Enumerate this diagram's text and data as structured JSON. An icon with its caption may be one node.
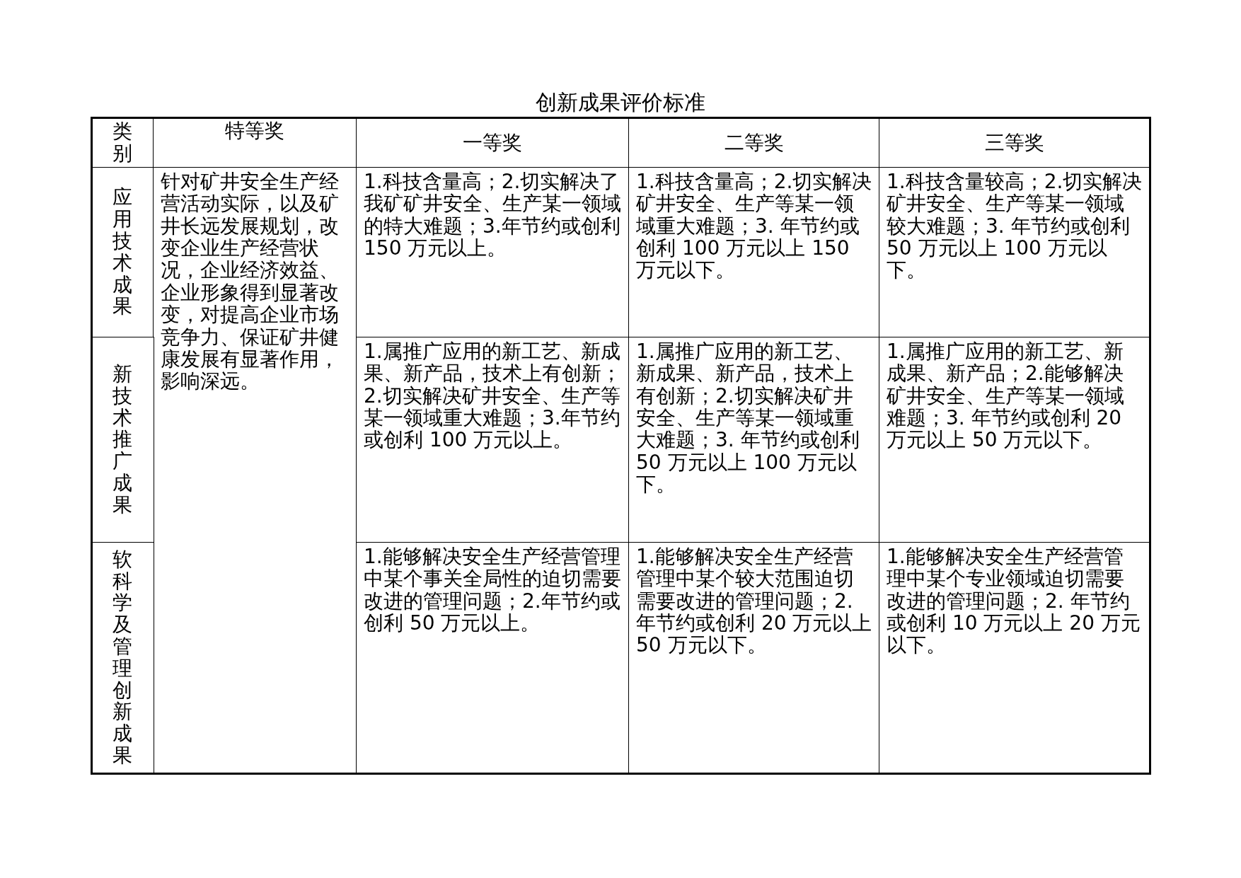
{
  "diagram": {
    "title": "创新成果评价标准",
    "labels": [
      "类别",
      "特等奖",
      "一等奖",
      "二等奖",
      "三等奖",
      "应用技术成果",
      "针对矿井安全生产经营活动实际，以及矿井长远发展规划，改变企业生产经营状况，企业经济效益、企业形象得到显著改变，对提高企业市场竞争力、保证矿井健康发展有显著作用，影响深远。",
      "1.科技含量高；2.切实解决了我矿矿井安全、生产某一领域的特大难题；3.年节约或创利 150 万元以上。",
      "1.科技含量高；2.切实解决矿井安全、生产等某一领域重大难题；3.  年节约或创利 100 万元以上 150 万元以下。",
      "1.科技含量较高；2.切实解决矿井安全、生产等某一领域较大难题；3.  年节约或创利 50 万元以上 100 万元以下。",
      "新技术推广成果",
      "1.属推广应用的新工艺、新成果、新产品，技术上有创新；2.切实解决矿井安全、生产等某一领域重大难题；3.年节约或创利 100 万元以上。",
      "1.属推广应用的新工艺、新成果、新产品，技术上有创新；2.切实解决矿井安全、生产等某一领域重大难题；3.  年节约或创利 50 万元以上 100 万元以下。",
      "1.属推广应用的新工艺、新成果、新产品；2.能够解决矿井安全、生产等某一领域难题；3.  年节约或创利 20 万元以上 50 万元以下。",
      "软科学及管理创新成果",
      "1.能够解决安全生产经营管理中某个事关全局性的迫切需要改进的管理问题；2.年节约或创利 50 万元以上。",
      "1.能够解决安全生产经营管理中某个较大范围迫切需要改进的管理问题；2.  年节约或创利 20 万元以上 50 万元以下。",
      "1.能够解决安全生产经营管理中某个专业领域迫切需要改进的管理问题；2.  年节约或创利 10 万元以上 20 万元以下。"
    ]
  }
}
